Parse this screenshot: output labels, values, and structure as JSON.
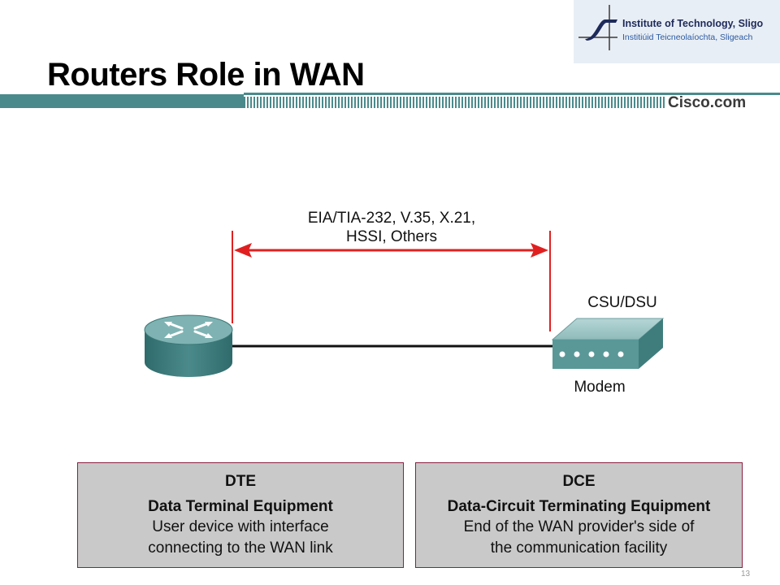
{
  "header": {
    "title": "Routers Role in WAN",
    "institute_name": "Institute of Technology, Sligo",
    "institute_name_irish": "Institiúid Teicneolaíochta, Sligeach",
    "cisco_brand": "Cisco.com",
    "accent_color": "#4b8a8c"
  },
  "diagram": {
    "interface_label_line1": "EIA/TIA-232, V.35, X.21,",
    "interface_label_line2": "HSSI, Others",
    "csu_label": "CSU/DSU",
    "modem_label": "Modem",
    "arrow_color": "#e02020",
    "icons": [
      "router-icon",
      "csu-dsu-modem-icon"
    ]
  },
  "boxes": {
    "dte": {
      "heading": "DTE",
      "name": "Data Terminal Equipment",
      "desc_line1": "User device with interface",
      "desc_line2": "connecting to the WAN link"
    },
    "dce": {
      "heading": "DCE",
      "name": "Data-Circuit Terminating Equipment",
      "desc_line1": "End of the WAN provider's side of",
      "desc_line2": "the communication facility"
    }
  },
  "footer": {
    "page_number": "13"
  }
}
